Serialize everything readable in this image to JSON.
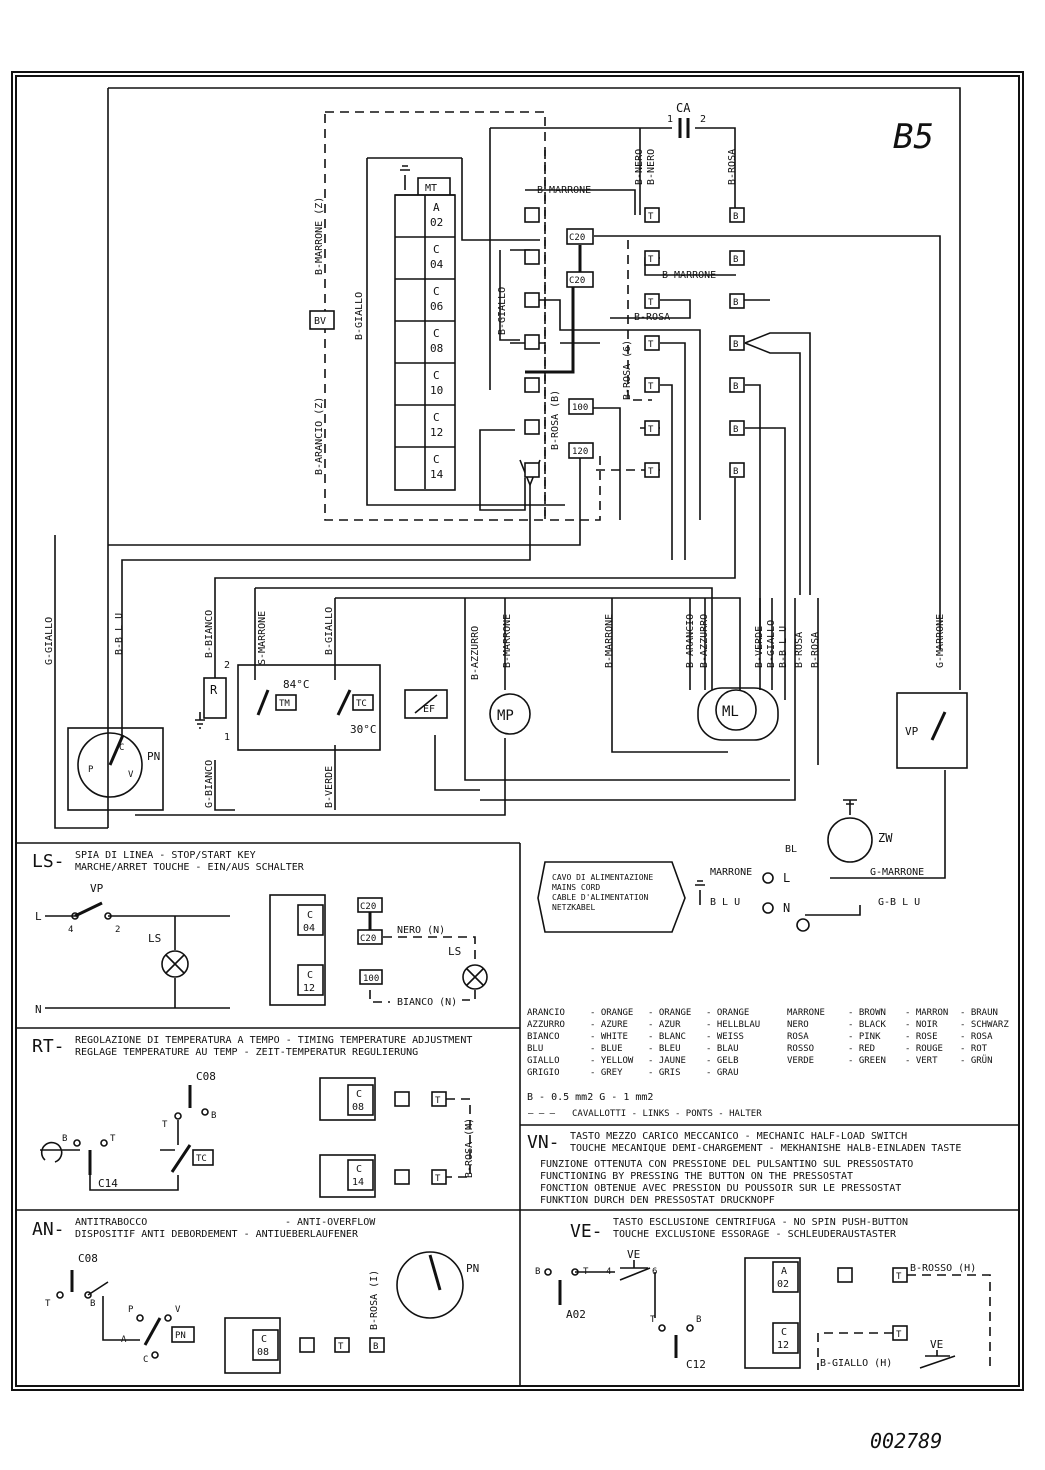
{
  "sheet_tag": "B5",
  "drawing_number": "002789",
  "main": {
    "ca": "CA",
    "ca_1": "1",
    "ca_2": "2",
    "mt": "MT",
    "bv": "BV",
    "timer_rows": [
      {
        "a": "A",
        "b": "02"
      },
      {
        "a": "C",
        "b": "04"
      },
      {
        "a": "C",
        "b": "06"
      },
      {
        "a": "C",
        "b": "08"
      },
      {
        "a": "C",
        "b": "10"
      },
      {
        "a": "C",
        "b": "12"
      },
      {
        "a": "C",
        "b": "14"
      }
    ],
    "t": "T",
    "b": "B",
    "c20": "C20",
    "n100": "100",
    "n120": "120",
    "wires": {
      "marrone_z": "B-MARRONE (Z)",
      "arancio_z": "B-ARANCIO (Z)",
      "giallo_v": "B-GIALLO",
      "marrone_h": "B-MARRONE",
      "nero1": "B-NERO",
      "nero2": "B-NERO",
      "rosa_top": "B-ROSA",
      "marrone_h2": "B-MARRONE",
      "rosa_h": "B-ROSA",
      "giallo_mid": "B-GIALLO",
      "rosa_6": "B-ROSA (6)",
      "rosa_b": "B-ROSA (B)",
      "g_giallo": "G-GIALLO",
      "b_blu": "B-B L U",
      "bianco_up": "B-BIANCO",
      "marrone_s": "S-MARRONE",
      "giallo_b": "B-GIALLO",
      "azzurro": "B-AZZURRO",
      "marrone_mp": "B-MARRONE",
      "marrone_b": "B-MARRONE",
      "arancio_b": "B-ARANCIO",
      "azzurro_b": "B-AZZURRO",
      "verde": "B-VERDE",
      "giallo_ml": "B-GIALLO",
      "blu_ml": "B-B L U",
      "rosa_ml": "B-ROSA",
      "rosa_ml2": "B-ROSA",
      "g_marrone": "G-MARRONE",
      "bianco_dn": "G-BIANCO",
      "verde_tc": "B-VERDE",
      "g_marrone_h": "G-MARRONE",
      "g_blu_h": "G-B L U"
    },
    "r": "R",
    "tm": "TM",
    "tc": "TC",
    "t84": "84°C",
    "t30": "30°C",
    "ef": "EF",
    "mp": "MP",
    "ml": "ML",
    "pn": "PN",
    "vp": "VP",
    "zw": "ZW",
    "pn_c": "C",
    "pn_p": "P",
    "pn_v": "V",
    "cable": [
      "CAVO DI ALIMENTAZIONE",
      "MAINS CORD",
      "CABLE D'ALIMENTATION",
      "NETZKABEL"
    ],
    "marrone_l": "MARRONE",
    "blu_n": "B L U",
    "bl": "BL",
    "l": "L",
    "n": "N"
  },
  "ls": {
    "code": "LS-",
    "line1": "SPIA DI LINEA - STOP/START KEY",
    "line2": "MARCHE/ARRET TOUCHE - EIN/AUS SCHALTER",
    "vp": "VP",
    "l": "L",
    "n": "N",
    "ls": "LS",
    "n4": "4",
    "n2": "2",
    "c": "C",
    "n04": "04",
    "n12": "12",
    "c20a": "C20",
    "c20b": "C20",
    "nero": "NERO (N)",
    "n100": "100",
    "bianco": "BIANCO (N)",
    "ls2": "LS"
  },
  "rt": {
    "code": "RT-",
    "line1": "REGOLAZIONE DI TEMPERATURA A TEMPO - TIMING TEMPERATURE ADJUSTMENT",
    "line2": "REGLAGE TEMPERATURE AU TEMP - ZEIT-TEMPERATUR REGULIERUNG",
    "c08": "C08",
    "c14": "C14",
    "tc": "TC",
    "b": "B",
    "t": "T",
    "c": "C",
    "n08": "08",
    "n14": "14",
    "rosa_m": "B-ROSA (M)"
  },
  "an": {
    "code": "AN-",
    "line1a": "ANTITRABOCCO",
    "line1b": "- ANTI-OVERFLOW",
    "line2": "DISPOSITIF ANTI DEBORDEMENT - ANTIUEBERLAUFENER",
    "c08": "C08",
    "pn": "PN",
    "p": "P",
    "v": "V",
    "a": "A",
    "c": "C",
    "b": "B",
    "t": "T",
    "n08": "08",
    "rosa_i": "B-ROSA (I)"
  },
  "legend": {
    "colors": [
      [
        "ARANCIO",
        "- ORANGE",
        "- ORANGE",
        "- ORANGE"
      ],
      [
        "AZZURRO",
        "- AZURE",
        "- AZUR",
        "- HELLBLAU"
      ],
      [
        "BIANCO",
        "- WHITE",
        "- BLANC",
        "- WEISS"
      ],
      [
        "BLU",
        "- BLUE",
        "- BLEU",
        "- BLAU"
      ],
      [
        "GIALLO",
        "- YELLOW",
        "- JAUNE",
        "- GELB"
      ],
      [
        "GRIGIO",
        "- GREY",
        "- GRIS",
        "- GRAU"
      ]
    ],
    "colors2": [
      [
        "MARRONE",
        "- BROWN",
        "- MARRON",
        "- BRAUN"
      ],
      [
        "NERO",
        "- BLACK",
        "- NOIR",
        "- SCHWARZ"
      ],
      [
        "ROSA",
        "- PINK",
        "- ROSE",
        "- ROSA"
      ],
      [
        "ROSSO",
        "- RED",
        "- ROUGE",
        "- ROT"
      ],
      [
        "VERDE",
        "- GREEN",
        "- VERT",
        "- GRÜN"
      ]
    ],
    "sizes": "B - 0.5 mm2          G - 1 mm2",
    "jumpers": "CAVALLOTTI - LINKS - PONTS - HALTER"
  },
  "vn": {
    "code": "VN-",
    "line1": "TASTO MEZZO CARICO MECCANICO - MECHANIC HALF-LOAD SWITCH",
    "line2": "TOUCHE MECANIQUE DEMI-CHARGEMENT - MEKHANISHE HALB-EINLADEN TASTE",
    "desc": [
      "FUNZIONE OTTENUTA CON PRESSIONE DEL PULSANTINO SUL PRESSOSTATO",
      "FUNCTIONING BY PRESSING THE BUTTON ON THE PRESSOSTAT",
      "FONCTION OBTENUE AVEC PRESSION DU POUSSOIR SUR LE PRESSOSTAT",
      "FUNKTION DURCH DEN PRESSOSTAT DRUCKNOPF"
    ]
  },
  "ve": {
    "code": "VE-",
    "line1": "TASTO ESCLUSIONE CENTRIFUGA - NO SPIN PUSH-BUTTON",
    "line2": "TOUCHE EXCLUSIONE ESSORAGE - SCHLEUDERAUSTASTER",
    "ve": "VE",
    "ve2": "VE",
    "b": "B",
    "t": "T",
    "n4": "4",
    "n6": "6",
    "a02": "A02",
    "c12": "C12",
    "a": "A",
    "n02": "02",
    "c": "C",
    "n12": "12",
    "rosso": "B-ROSSO (H)",
    "giallo": "B-GIALLO (H)"
  }
}
